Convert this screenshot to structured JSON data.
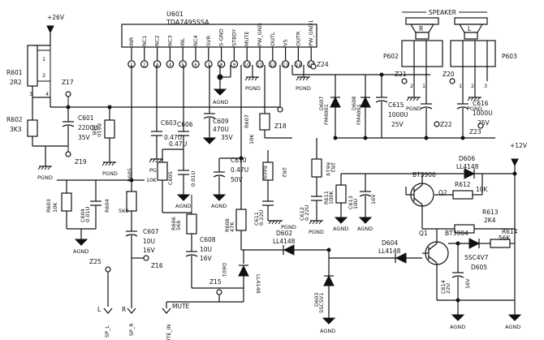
{
  "ic": {
    "ref": "U601",
    "part": "TDA7495SSA",
    "pins": [
      {
        "num": "1",
        "name": "INR"
      },
      {
        "num": "2",
        "name": "NC1"
      },
      {
        "num": "3",
        "name": "NC2"
      },
      {
        "num": "4",
        "name": "NC3"
      },
      {
        "num": "5",
        "name": "INL"
      },
      {
        "num": "6",
        "name": "NC4"
      },
      {
        "num": "7",
        "name": "SVR"
      },
      {
        "num": "8",
        "name": "S-GND"
      },
      {
        "num": "9",
        "name": "STBDY"
      },
      {
        "num": "10",
        "name": "MUTE"
      },
      {
        "num": "11",
        "name": "PW_GND"
      },
      {
        "num": "12",
        "name": "OUTL"
      },
      {
        "num": "13",
        "name": "VS"
      },
      {
        "num": "14",
        "name": "OUTR"
      },
      {
        "num": "15",
        "name": "PW_GND1"
      }
    ]
  },
  "supply": {
    "plus26": "+26V",
    "plus12": "+12V"
  },
  "speakers": {
    "title": "SPEAKER",
    "right": "R",
    "left": "L",
    "p602": "P602",
    "p603": "P603",
    "pin1": "1",
    "pin2": "2",
    "pin3": "3"
  },
  "parts": {
    "r601": "R601",
    "r601v": "2R2",
    "r602": "R602",
    "r602v": "3K3",
    "c601": "C601",
    "c601v1": "2200U",
    "c601v2": "35V",
    "r610": "R610",
    "r610v": "20R",
    "c603": "C603",
    "c603v": "0.47U",
    "c609": "C609",
    "c609v1": "470U",
    "c609v2": "35V",
    "c606": "C606",
    "c606v": "0.47U",
    "r605": "R605",
    "r605v": "10K",
    "c605": "C605",
    "c605v": "0.01U",
    "r603": "R603",
    "r603v": "10K",
    "c604": "C604",
    "c604v": "0.01U",
    "r604": "R604",
    "r604v": "5K6",
    "c607": "C607",
    "c607v1": "10U",
    "c607v2": "16V",
    "r606": "R606",
    "r606v": "5K6",
    "c608": "C608",
    "c608v1": "10U",
    "c608v2": "16V",
    "r607": "R607",
    "r607v": "10K",
    "c610": "C610",
    "c610v1": "0.47U",
    "c610v2": "50V",
    "r608": "R608",
    "r608v": "47K",
    "r609": "R609",
    "r609v": "2R2",
    "c611": "C611",
    "c611v": "0.22U",
    "c612": "C612",
    "c612v": "0.22U",
    "r619": "R619",
    "r619v": "2R2",
    "d607": "D607",
    "d607v": "FM4001",
    "d608": "D608",
    "d608v": "FM4001",
    "c615": "C615",
    "c615v1": "1000U",
    "c615v2": "25V",
    "c616": "C616",
    "c616v1": "1000U",
    "c616v2": "25V",
    "d606": "D606",
    "d606v": "LL4148",
    "q2": "Q2",
    "q2v": "BT3906",
    "r611": "R611",
    "r611v": "100K",
    "c613": "C613",
    "c613v1": "10U",
    "c613v2": "16V",
    "r612": "R612",
    "r612v": "10K",
    "r613": "R613",
    "r613v": "2K4",
    "r614": "R614",
    "r614v": "56K",
    "q1": "Q1",
    "q1v": "BT3904",
    "d605": "D605",
    "d605v": "5SC4V7",
    "c614": "C614",
    "c614v1": "22U",
    "c614v2": "16V",
    "d602": "D602",
    "d602v": "LL4148",
    "d604": "D604",
    "d604v": "LL4148",
    "d601": "D601",
    "d601v": "LL4148",
    "d603": "D603",
    "d603v": "5SC5V1"
  },
  "testpoints": {
    "z17": "Z17",
    "z19": "Z19",
    "z24": "Z24",
    "z18": "Z18",
    "z21": "Z21",
    "z20": "Z20",
    "z22": "Z22",
    "z23": "Z23",
    "z25": "Z25",
    "z16": "Z16",
    "z15": "Z15"
  },
  "grounds": {
    "pgnd": "PGND",
    "agnd": "AGND"
  },
  "r601pins": {
    "p1": "1",
    "p2": "2",
    "p3": "3",
    "p4": "4"
  },
  "inputs": {
    "l": "L",
    "r": "R",
    "spl": "SP_L",
    "spr": "SP_R",
    "mute": "MUTE",
    "mute_in": "MUTE_IN"
  }
}
